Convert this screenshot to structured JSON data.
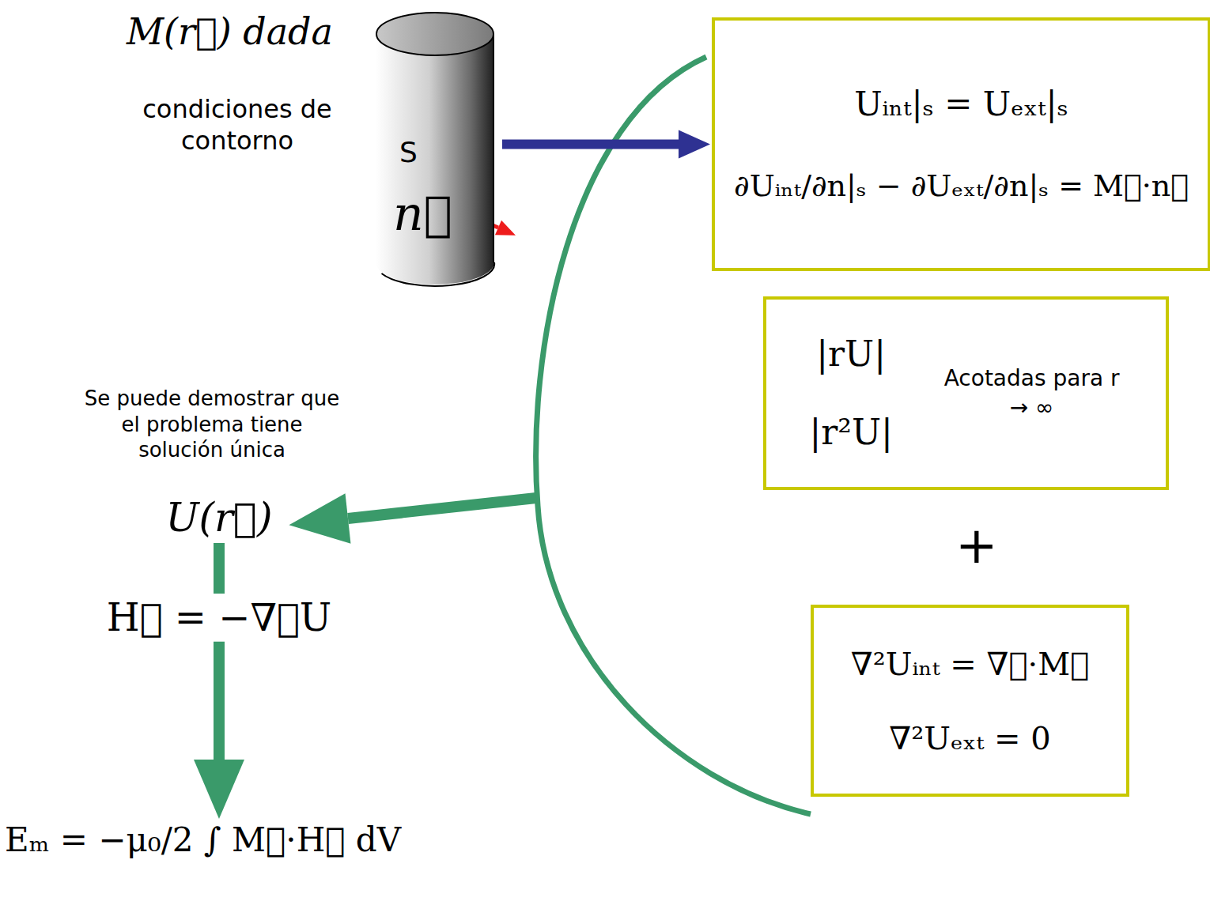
{
  "diagram": {
    "nodes": [
      {
        "text": [
          "S",
          "n⃗"
        ]
      },
      {
        "text": [
          "Uᵢₙₜ|ₛ = Uₑₓₜ|ₛ",
          "∂Uᵢₙₜ/∂n|ₛ − ∂Uₑₓₜ/∂n|ₛ = M⃗·n⃗"
        ]
      },
      {
        "text": [
          "|rU|",
          "|r²U|",
          "Acotadas para r → ∞"
        ]
      },
      {
        "text": [
          "∇²Uᵢₙₜ = ∇⃗·M⃗",
          "∇²Uₑₓₜ = 0"
        ]
      },
      {
        "text": [
          "U(r⃗)"
        ]
      },
      {
        "text": [
          "H⃗ = −∇⃗U"
        ]
      },
      {
        "text": [
          "Eₘ = −μ₀/2 ∫ M⃗·H⃗ dV"
        ]
      }
    ],
    "edges": [
      {
        "from": 0,
        "to": 1,
        "arrow": "to"
      },
      {
        "from": 4,
        "to": 5,
        "arrow": "none"
      },
      {
        "from": 5,
        "to": 6,
        "arrow": "to"
      }
    ],
    "labels": [
      "M(r⃗) dada",
      "condiciones de contorno",
      "Se puede demostrar que el problema tiene solución única",
      "+"
    ]
  }
}
